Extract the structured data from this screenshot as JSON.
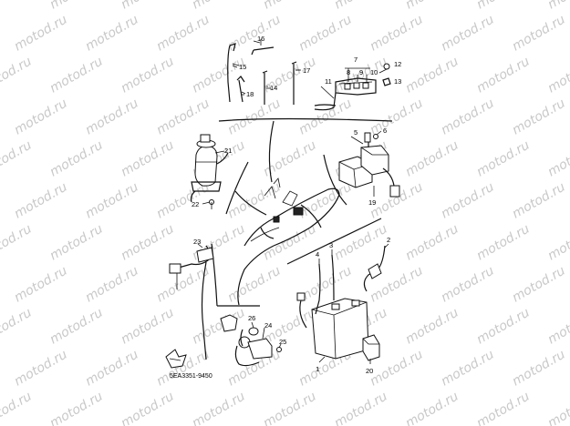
{
  "watermark": "motod.ru",
  "drawing_code": "5EA3351-9450",
  "callouts": {
    "c1": "1",
    "c2": "2",
    "c3": "3",
    "c4": "4",
    "c5": "5",
    "c6": "6",
    "c7": "7",
    "c8": "8",
    "c9": "9",
    "c10": "10",
    "c11": "11",
    "c12": "12",
    "c13": "13",
    "c14": "14",
    "c15": "15",
    "c16": "16",
    "c17": "17",
    "c18": "18",
    "c19": "19",
    "c20": "20",
    "c21": "21",
    "c22": "22",
    "c23": "23",
    "c24": "24",
    "c25": "25",
    "c26": "26"
  }
}
